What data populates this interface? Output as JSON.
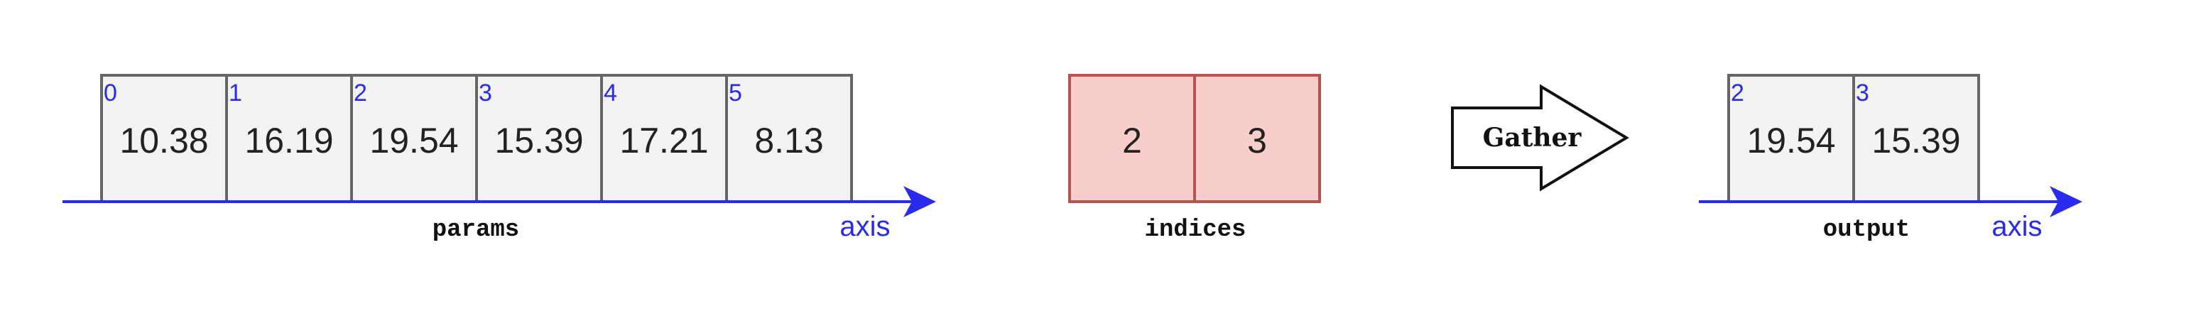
{
  "params": {
    "caption": "params",
    "axis_label": "axis",
    "cells": [
      {
        "index": "0",
        "value": "10.38"
      },
      {
        "index": "1",
        "value": "16.19"
      },
      {
        "index": "2",
        "value": "19.54"
      },
      {
        "index": "3",
        "value": "15.39"
      },
      {
        "index": "4",
        "value": "17.21"
      },
      {
        "index": "5",
        "value": "8.13"
      }
    ]
  },
  "indices": {
    "caption": "indices",
    "cells": [
      {
        "value": "2"
      },
      {
        "value": "3"
      }
    ]
  },
  "operation": {
    "label": "Gather"
  },
  "output": {
    "caption": "output",
    "axis_label": "axis",
    "cells": [
      {
        "index": "2",
        "value": "19.54"
      },
      {
        "index": "3",
        "value": "15.39"
      }
    ]
  },
  "colors": {
    "axis": "#2a2aee",
    "cell_fill": "#f3f3f3",
    "cell_stroke": "#666666",
    "index_fill": "#f8cecc",
    "index_stroke": "#b85450"
  }
}
